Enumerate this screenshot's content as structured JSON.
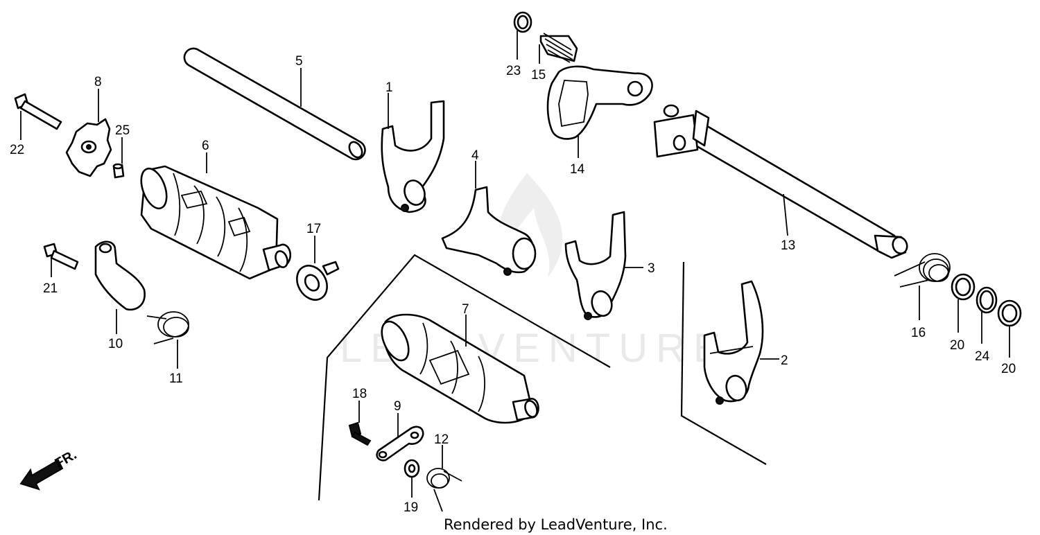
{
  "watermark": "LEADVENTURE",
  "caption": "Rendered by LeadVenture, Inc.",
  "direction_marker": "FR.",
  "callouts": {
    "c1": "1",
    "c2": "2",
    "c3": "3",
    "c4": "4",
    "c5": "5",
    "c6": "6",
    "c7": "7",
    "c8": "8",
    "c9": "9",
    "c10": "10",
    "c11": "11",
    "c12": "12",
    "c13": "13",
    "c14": "14",
    "c15": "15",
    "c16": "16",
    "c17": "17",
    "c18": "18",
    "c19": "19",
    "c20a": "20",
    "c20b": "20",
    "c21": "21",
    "c22": "22",
    "c23": "23",
    "c24": "24",
    "c25": "25"
  }
}
